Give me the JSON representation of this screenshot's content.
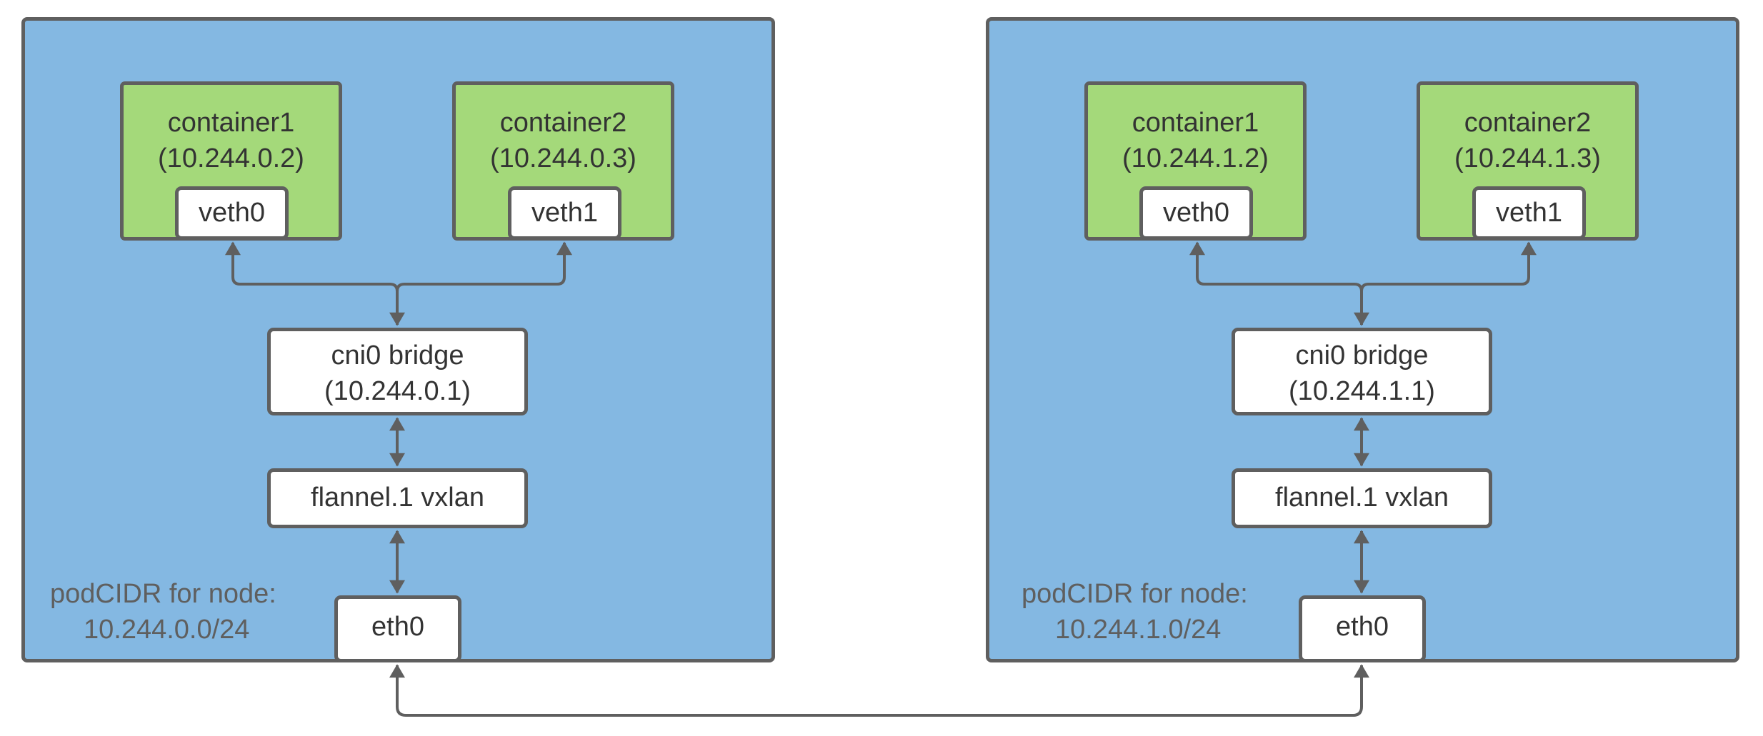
{
  "nodes": [
    {
      "container1": {
        "name": "container1",
        "ip": "(10.244.0.2)",
        "iface": "veth0"
      },
      "container2": {
        "name": "container2",
        "ip": "(10.244.0.3)",
        "iface": "veth1"
      },
      "bridge": {
        "name": "cni0 bridge",
        "ip": "(10.244.0.1)"
      },
      "flannel": {
        "label": "flannel.1 vxlan"
      },
      "eth": {
        "label": "eth0"
      },
      "pod_cidr": {
        "label": "podCIDR for node:",
        "value": "10.244.0.0/24"
      }
    },
    {
      "container1": {
        "name": "container1",
        "ip": "(10.244.1.2)",
        "iface": "veth0"
      },
      "container2": {
        "name": "container2",
        "ip": "(10.244.1.3)",
        "iface": "veth1"
      },
      "bridge": {
        "name": "cni0 bridge",
        "ip": "(10.244.1.1)"
      },
      "flannel": {
        "label": "flannel.1 vxlan"
      },
      "eth": {
        "label": "eth0"
      },
      "pod_cidr": {
        "label": "podCIDR for node:",
        "value": "10.244.1.0/24"
      }
    }
  ],
  "colors": {
    "node_fill": "#84b8e2",
    "container_fill": "#a4d97a",
    "box_fill": "#ffffff",
    "stroke": "#5f5f5f",
    "text": "#333333"
  }
}
